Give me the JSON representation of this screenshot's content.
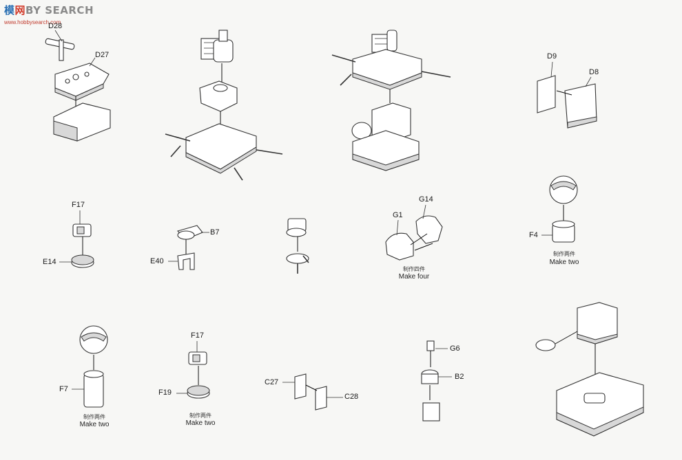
{
  "watermark": {
    "brand_left": "模",
    "brand_mid": "网",
    "brand_right": "BY SEARCH",
    "sub": "www.hobbysearch.com"
  },
  "parts": {
    "d28": "D28",
    "d27": "D27",
    "d9": "D9",
    "d8": "D8",
    "f17a": "F17",
    "e14": "E14",
    "b7": "B7",
    "e40": "E40",
    "g14": "G14",
    "g1": "G1",
    "f4": "F4",
    "f7": "F7",
    "f17b": "F17",
    "f19": "F19",
    "c27": "C27",
    "c28": "C28",
    "g6": "G6",
    "b2": "B2"
  },
  "notes": {
    "make_four_cn": "制作四件",
    "make_four": "Make four",
    "make_two_cn_1": "制作两件",
    "make_two_1": "Make two",
    "make_two_cn_2": "制作两件",
    "make_two_2": "Make two",
    "make_two_cn_3": "制作两件",
    "make_two_3": "Make two"
  }
}
